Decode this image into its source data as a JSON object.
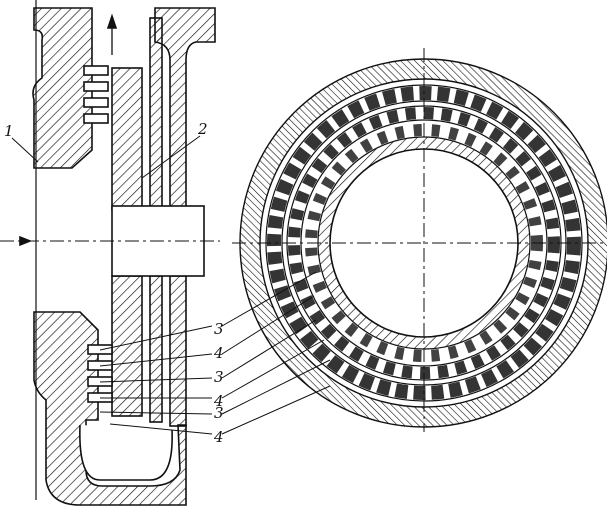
{
  "labels": {
    "l1": "1",
    "l2": "2",
    "l3a": "3",
    "l4a": "4",
    "l3b": "3",
    "l4b": "4",
    "l3c": "3",
    "l4c": "4"
  },
  "colors": {
    "ink": "#111111",
    "paper": "#ffffff"
  }
}
